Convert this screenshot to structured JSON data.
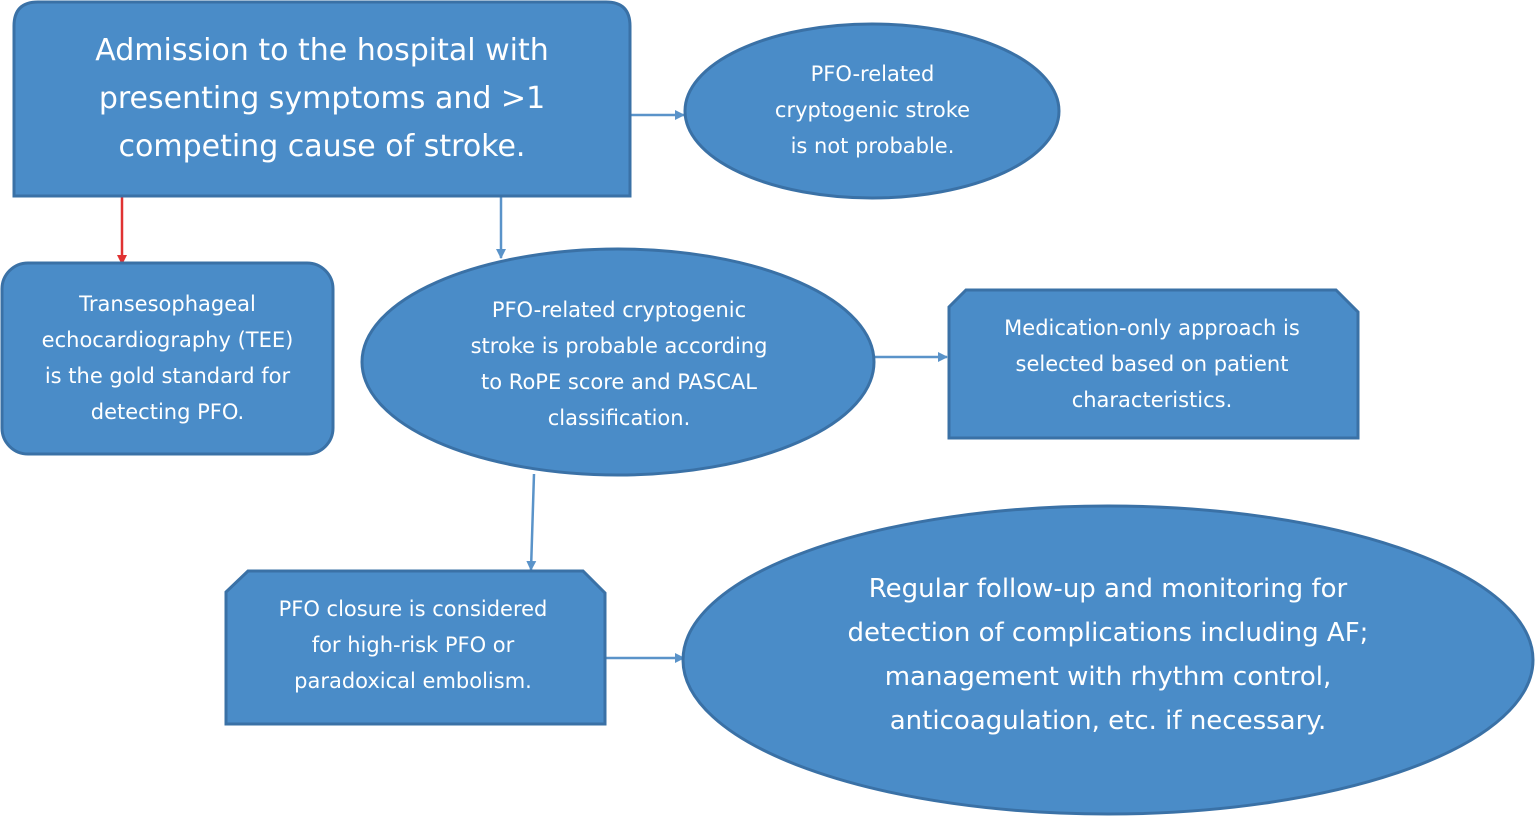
{
  "nodes": {
    "admission": [
      "Admission to the hospital with",
      "presenting symptoms and >1",
      "competing cause of stroke."
    ],
    "not_probable": [
      "PFO-related",
      "cryptogenic stroke",
      "is not probable."
    ],
    "tee": [
      "Transesophageal",
      "echocardiography (TEE)",
      "is the gold standard for",
      "detecting PFO."
    ],
    "probable": [
      "PFO-related cryptogenic",
      "stroke is probable according",
      "to RoPE score and PASCAL",
      "classification."
    ],
    "medication": [
      "Medication-only approach is",
      "selected based on patient",
      "characteristics."
    ],
    "closure": [
      "PFO closure is considered",
      "for high-risk PFO or",
      "paradoxical embolism."
    ],
    "followup": [
      "Regular follow-up and monitoring for",
      "detection of complications including AF;",
      "management with rhythm control,",
      "anticoagulation, etc. if necessary."
    ]
  },
  "colors": {
    "shape_fill": "#4a8cc8",
    "shape_border": "#3a71a6",
    "arrow": "#5a93c9",
    "arrow_tee": "#e03232",
    "text": "#ffffff"
  }
}
